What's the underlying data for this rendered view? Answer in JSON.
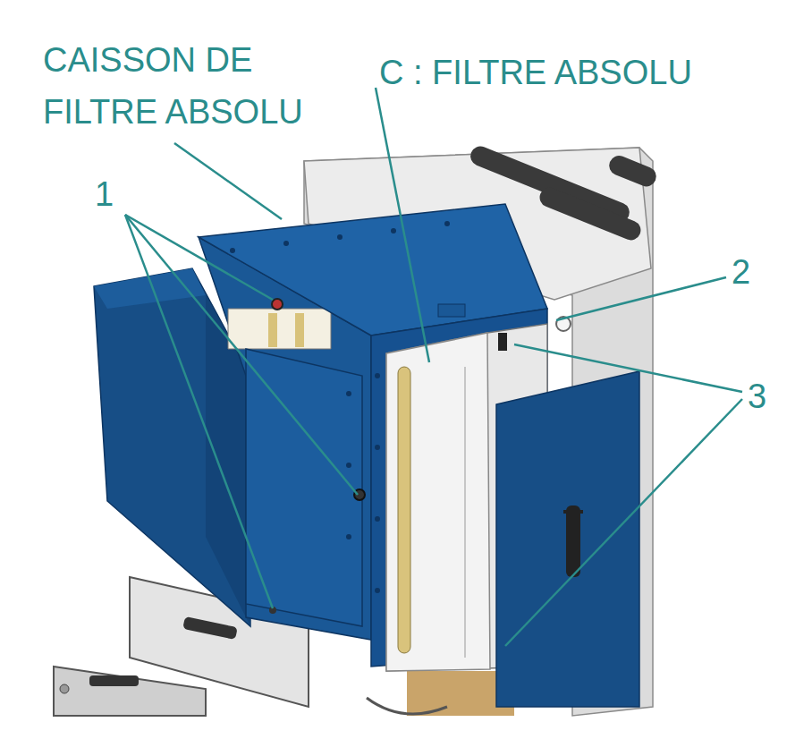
{
  "diagram": {
    "labels": [
      "CAISSON DE FILTRE ABSOLU",
      "C : FILTRE ABSOLU",
      "1",
      "2",
      "3"
    ]
  }
}
